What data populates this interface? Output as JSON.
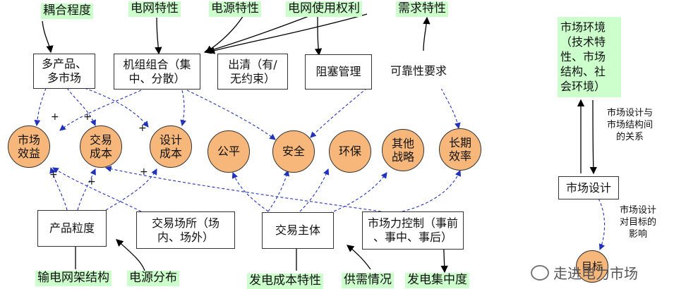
{
  "top_labels": {
    "coupling": "耦合程度",
    "grid_char": "电网特性",
    "source_char": "电源特性",
    "grid_rights": "电网使用权利",
    "demand_char": "需求特性"
  },
  "boxes": {
    "multi_product": "多产品、\n多市场",
    "unit_commit": "机组组合（集\n中、分散）",
    "clearing": "出清（有/\n无约束）",
    "congestion": "阻塞管理",
    "reliability": "可靠性要求",
    "granularity": "产品粒度",
    "venue": "交易场所（场\n内、场外）",
    "participants": "交易主体",
    "market_power": "市场力控制（事前\n、事中、事后）",
    "market_env": "市场环境（技术特\n性、市场\n结构、社\n会环境）",
    "market_design": "市场设计"
  },
  "goals": {
    "market_benefit": "市场\n效益",
    "transaction_cost": "交易\n成本",
    "design_cost": "设计\n成本",
    "fairness": "公平",
    "security": "安全",
    "environment": "环保",
    "other_strategy": "其他\n战略",
    "long_term": "长期\n效率",
    "target": "目标"
  },
  "bottom_labels": {
    "grid_structure": "输电网架结构",
    "source_dist": "电源分布",
    "gen_cost": "发电成本特性",
    "supply_demand": "供需情况",
    "gen_concentration": "发电集中度"
  },
  "side_notes": {
    "design_structure": "市场设计与\n市场结构间\n的关系",
    "design_goal": "市场设计\n对目标的\n影响"
  },
  "plus_sign": "+",
  "watermark": "走进电力市场",
  "colors": {
    "label_bg": "#ccffcc",
    "goal_fill": "#f7b77a",
    "dashed_arrow": "#3344cc"
  }
}
